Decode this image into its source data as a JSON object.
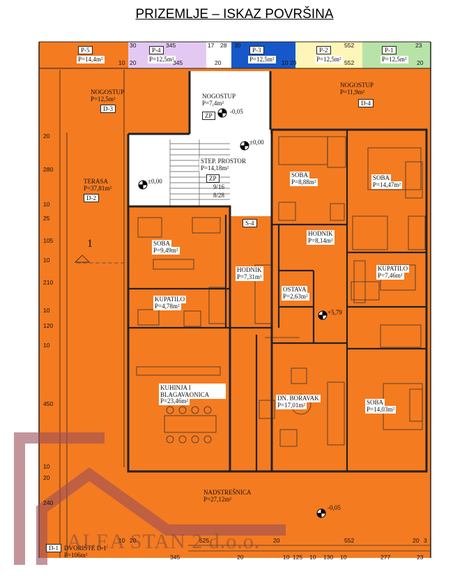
{
  "title": "PRIZEMLJE – ISKAZ  POVRŠINA",
  "colors": {
    "orange": "#f47b20",
    "lavender": "#e3c9f2",
    "yellow": "#fdf6b8",
    "green": "#b8e3a8",
    "blue": "#1658c9",
    "wall": "#222222",
    "watermark": "#9a4f59"
  },
  "parking": [
    {
      "code": "P-5",
      "area": "P=14,4m²"
    },
    {
      "code": "P-4",
      "area": "P=12,5m²"
    },
    {
      "code": "P-3",
      "area": "P=12,5m²"
    },
    {
      "code": "P-2",
      "area": "P=12,5m²"
    },
    {
      "code": "P-1",
      "area": "P=12,5m²"
    }
  ],
  "rooms": [
    {
      "name": "NOGOSTUP",
      "area": "P=12,5m²",
      "code": "D-3"
    },
    {
      "name": "NOGOSTUP",
      "area": "P=7,4m²"
    },
    {
      "name": "NOGOSTUP",
      "area": "P=11,9m²",
      "code": "D-4"
    },
    {
      "name": "TERASA",
      "area": "P=37,81m²",
      "code": "D-2"
    },
    {
      "name": "STEP. PROSTOR",
      "area": "P=14,18m²"
    },
    {
      "name": "SOBA",
      "area": "P=8,88m²"
    },
    {
      "name": "SOBA",
      "area": "P=14,47m²"
    },
    {
      "name": "SOBA",
      "area": "P=9,49m²"
    },
    {
      "name": "HODNIK",
      "area": "P=8,14m²"
    },
    {
      "name": "HODNIK",
      "area": "P=7,31m²"
    },
    {
      "name": "KUPATILO",
      "area": "P=7,46m²"
    },
    {
      "name": "OSTAVA",
      "area": "P=2,63m²"
    },
    {
      "name": "KUPATILO",
      "area": "P=4,78m²"
    },
    {
      "name": "KUHINJA I BLAGAVAONICA",
      "area": "P=23,46m²"
    },
    {
      "name": "DN. BORAVAK",
      "area": "P=17,01m²"
    },
    {
      "name": "SOBA",
      "area": "P=14,03m²"
    },
    {
      "name": "NADSTREŠNICA",
      "area": "P=27,12m²"
    },
    {
      "name": "DVORIŠTE D-1",
      "area": "P=106m²",
      "code": "D-1"
    }
  ],
  "markers": {
    "zp": "ZP",
    "s4": "S-4",
    "axis": "1",
    "stairs_a": "9/16",
    "stairs_b": "8/28"
  },
  "levels": [
    "-0,05",
    "±0,00",
    "±0,00",
    "+5,79",
    "-0,05"
  ],
  "dims": {
    "top": [
      "30",
      "345",
      "17",
      "28",
      "30",
      "552",
      "23"
    ],
    "top2": [
      "10",
      "20",
      "345",
      "20",
      "10",
      "20",
      "552",
      "20"
    ],
    "left": [
      "20",
      "280",
      "10",
      "25",
      "105",
      "10",
      "210",
      "10",
      "120",
      "10",
      "450",
      "10",
      "20",
      "240"
    ],
    "bottom": [
      "10",
      "20",
      "525",
      "20",
      "552",
      "20",
      "3"
    ],
    "bottom2": [
      "345",
      "20",
      "10",
      "125",
      "10",
      "130",
      "10",
      "277",
      "23"
    ]
  },
  "watermark": "ALEA STAN 2 d.o.o."
}
